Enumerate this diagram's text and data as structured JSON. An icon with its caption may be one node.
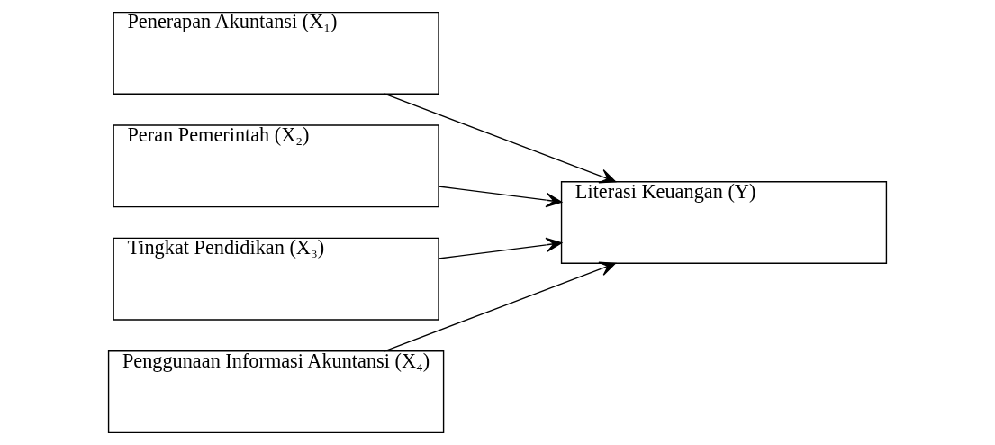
{
  "diagram": {
    "nodes": [
      {
        "text": [
          "Penerapan Akuntansi (X₁)"
        ]
      },
      {
        "text": [
          "Peran Pemerintah (X₂)"
        ]
      },
      {
        "text": [
          "Tingkat Pendidikan (X₃)"
        ]
      },
      {
        "text": [
          "Penggunaan Informasi Akuntansi (X₄)"
        ]
      },
      {
        "text": [
          "Literasi Keuangan (Y)"
        ]
      }
    ],
    "edges": [
      {
        "from": 0,
        "to": 4,
        "arrow": "to"
      },
      {
        "from": 1,
        "to": 4,
        "arrow": "to"
      },
      {
        "from": 2,
        "to": 4,
        "arrow": "to"
      },
      {
        "from": 3,
        "to": 4,
        "arrow": "to"
      }
    ]
  }
}
